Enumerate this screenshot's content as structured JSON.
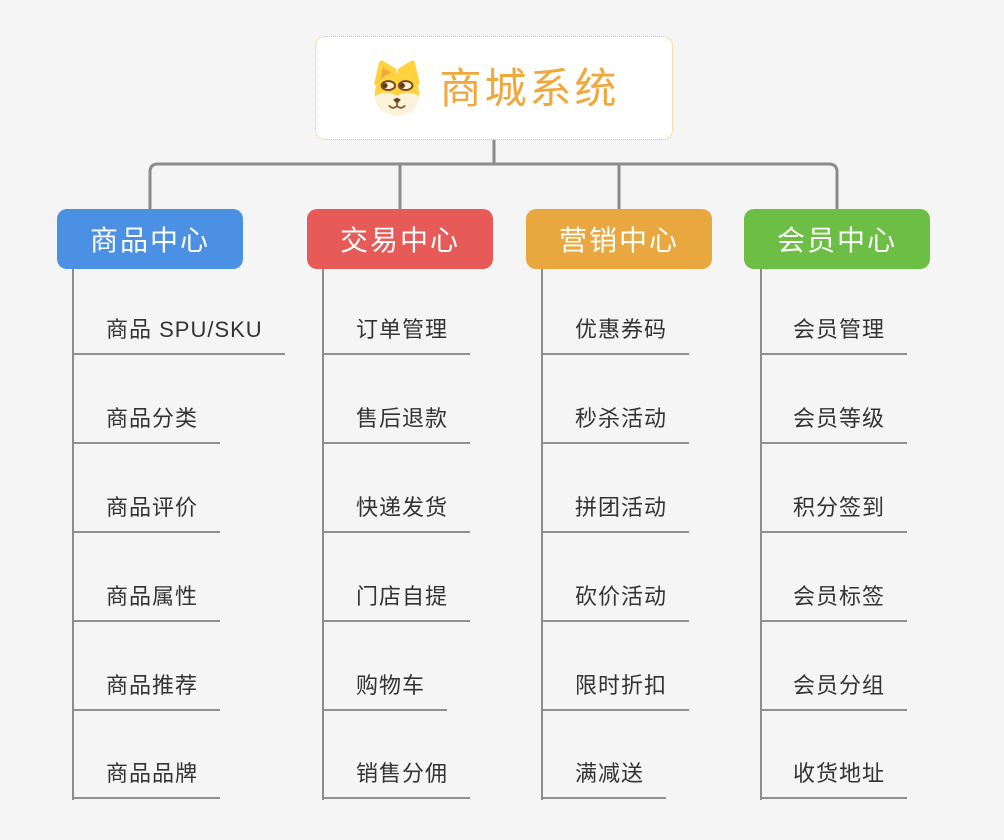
{
  "root": {
    "title": "商城系统",
    "icon": "doge-icon",
    "accent_color": "#f0a73b"
  },
  "connector_color": "#8c8c8c",
  "branches": [
    {
      "label": "商品中心",
      "color": "#4b90e2",
      "children": [
        "商品 SPU/SKU",
        "商品分类",
        "商品评价",
        "商品属性",
        "商品推荐",
        "商品品牌"
      ]
    },
    {
      "label": "交易中心",
      "color": "#e65b57",
      "children": [
        "订单管理",
        "售后退款",
        "快递发货",
        "门店自提",
        "购物车",
        "销售分佣"
      ]
    },
    {
      "label": "营销中心",
      "color": "#e8a83f",
      "children": [
        "优惠券码",
        "秒杀活动",
        "拼团活动",
        "砍价活动",
        "限时折扣",
        "满减送"
      ]
    },
    {
      "label": "会员中心",
      "color": "#6cbe45",
      "children": [
        "会员管理",
        "会员等级",
        "积分签到",
        "会员标签",
        "会员分组",
        "收货地址"
      ]
    }
  ]
}
